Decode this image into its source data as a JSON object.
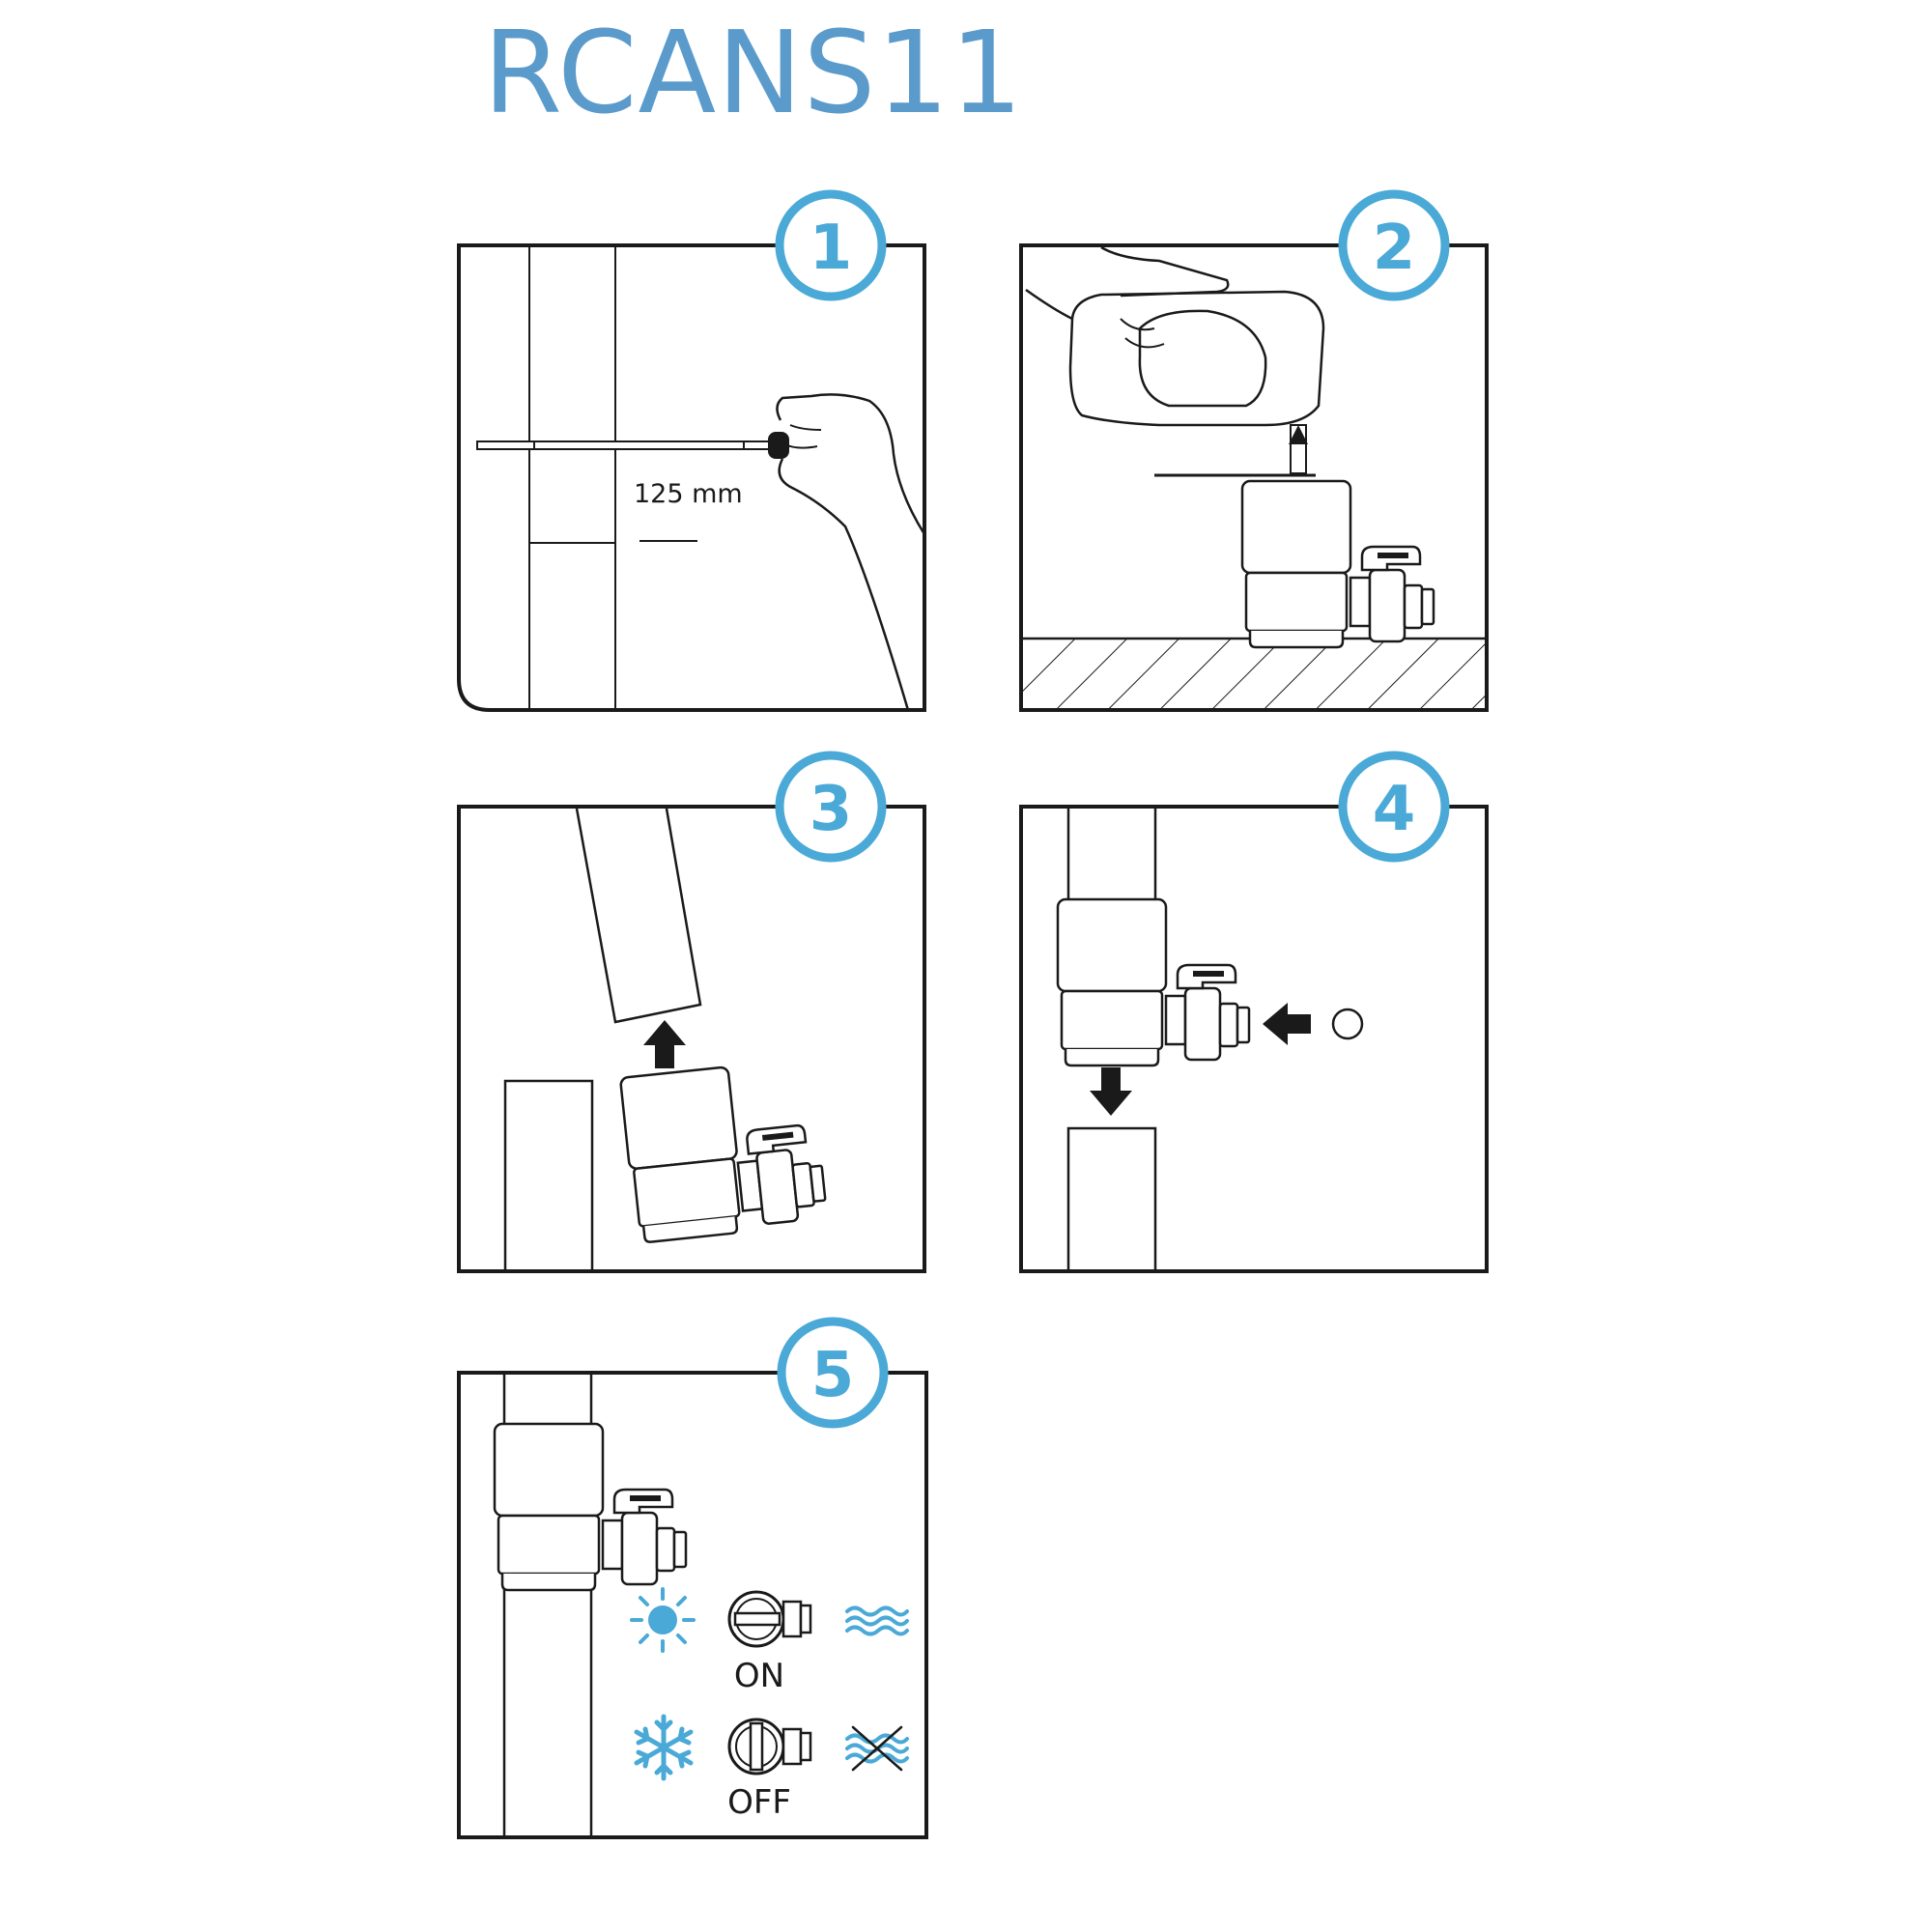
{
  "title": "RCANS11",
  "colors": {
    "accent": "#4aa9d6",
    "title": "#5b9bcb",
    "line": "#1a1a1a"
  },
  "steps": [
    {
      "number": "1",
      "measurement": "125 mm"
    },
    {
      "number": "2"
    },
    {
      "number": "3"
    },
    {
      "number": "4"
    },
    {
      "number": "5",
      "on_label": "ON",
      "off_label": "OFF"
    }
  ],
  "icons": [
    "sun-icon",
    "snowflake-icon",
    "water-waves-icon",
    "water-off-icon",
    "arrow-up-icon",
    "arrow-down-icon",
    "arrow-left-icon",
    "circle-icon"
  ]
}
